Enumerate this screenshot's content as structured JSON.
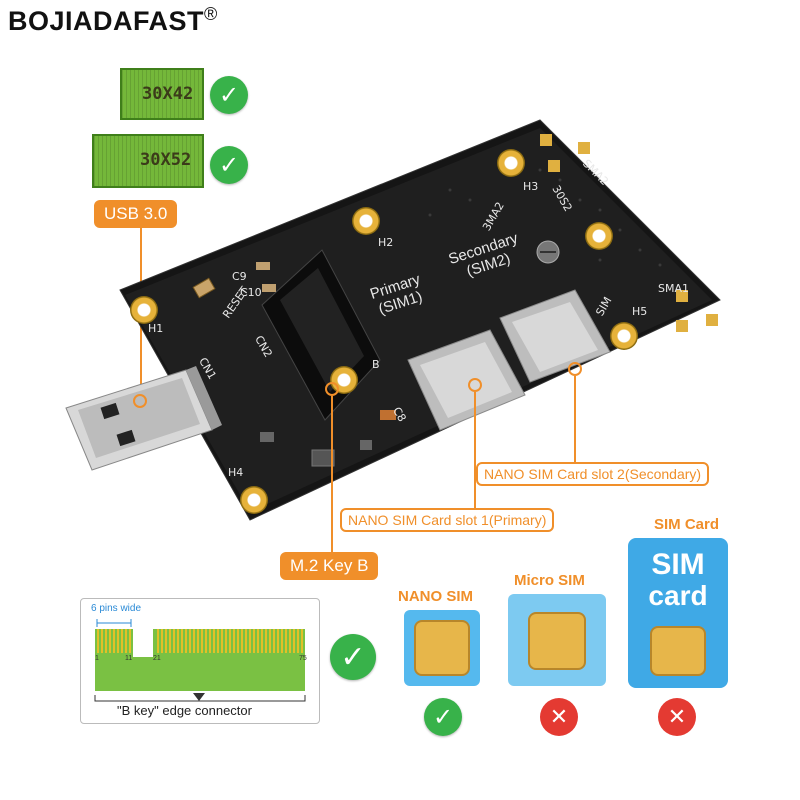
{
  "brand": {
    "name": "BOJIADAFAST",
    "mark": "®"
  },
  "modules": [
    {
      "label": "30X42",
      "status": "supported"
    },
    {
      "label": "30X52",
      "status": "supported"
    }
  ],
  "tags": {
    "usb": "USB 3.0",
    "m2": "M.2 Key B"
  },
  "callouts": {
    "slot1": "NANO SIM Card slot 1(Primary)",
    "slot2": "NANO SIM Card slot 2(Secondary)"
  },
  "board_silkscreen": {
    "primary": "Primary",
    "primary_sub": "(SIM1)",
    "secondary": "Secondary",
    "secondary_sub": "(SIM2)",
    "h1": "H1",
    "h2": "H2",
    "h3": "H3",
    "h4": "H4",
    "h5": "H5",
    "sma1": "SMA1",
    "sma2": "SMA2",
    "cn1": "CN1",
    "cn2": "CN2",
    "reset": "RESET",
    "c9": "C9",
    "c10": "C10",
    "c8": "C8",
    "sim": "SIM",
    "ant1": "3MA2",
    "ant2": "30S2",
    "b": "B"
  },
  "edge_connector": {
    "pins_note": "6 pins wide",
    "caption": "\"B key\" edge connector",
    "pin_labels": [
      "1",
      "11",
      "21",
      "75"
    ],
    "status": "supported"
  },
  "sim_types": [
    {
      "title": "NANO SIM",
      "supported": true
    },
    {
      "title": "Micro SIM",
      "supported": false
    },
    {
      "title": "SIM Card",
      "card_text_1": "SIM",
      "card_text_2": "card",
      "supported": false
    }
  ],
  "colors": {
    "accent": "#f08f2a",
    "check": "#38b24a",
    "cross": "#e43a32",
    "pcb": "#1a1a1a",
    "module_green": "#74b83a"
  },
  "icons": {
    "check": "check-circle-icon",
    "cross": "cross-circle-icon"
  }
}
